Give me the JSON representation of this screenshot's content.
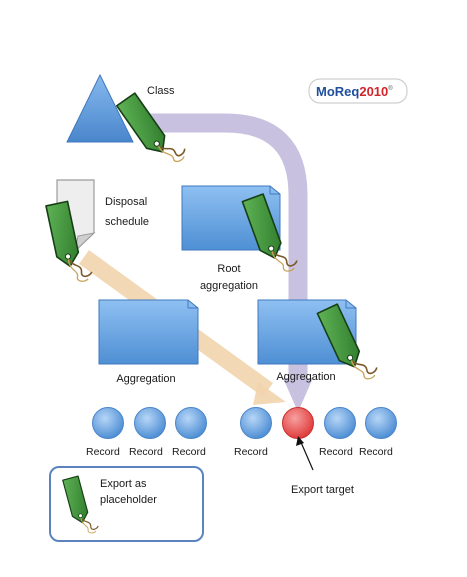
{
  "logo": {
    "part1": "MoReq",
    "part2": "2010",
    "mark": "®"
  },
  "labels": {
    "class": "Class",
    "disposal_line1": "Disposal",
    "disposal_line2": "schedule",
    "root_line1": "Root",
    "root_line2": "aggregation",
    "aggregation_left": "Aggregation",
    "aggregation_right": "Aggregation",
    "export_target": "Export target"
  },
  "records": {
    "left": [
      "Record",
      "Record",
      "Record"
    ],
    "middle": "Record",
    "right": [
      "Record",
      "Record"
    ]
  },
  "legend": {
    "line1": "Export as",
    "line2": "placeholder"
  },
  "colors": {
    "blue_fill": "#6fa8e6",
    "blue_stroke": "#3f78bd",
    "target": "#ef5350",
    "tag_green": "#3f8f3a",
    "arrow_purple": "#b9b0d6",
    "arrow_orange": "#f0cfa6"
  }
}
